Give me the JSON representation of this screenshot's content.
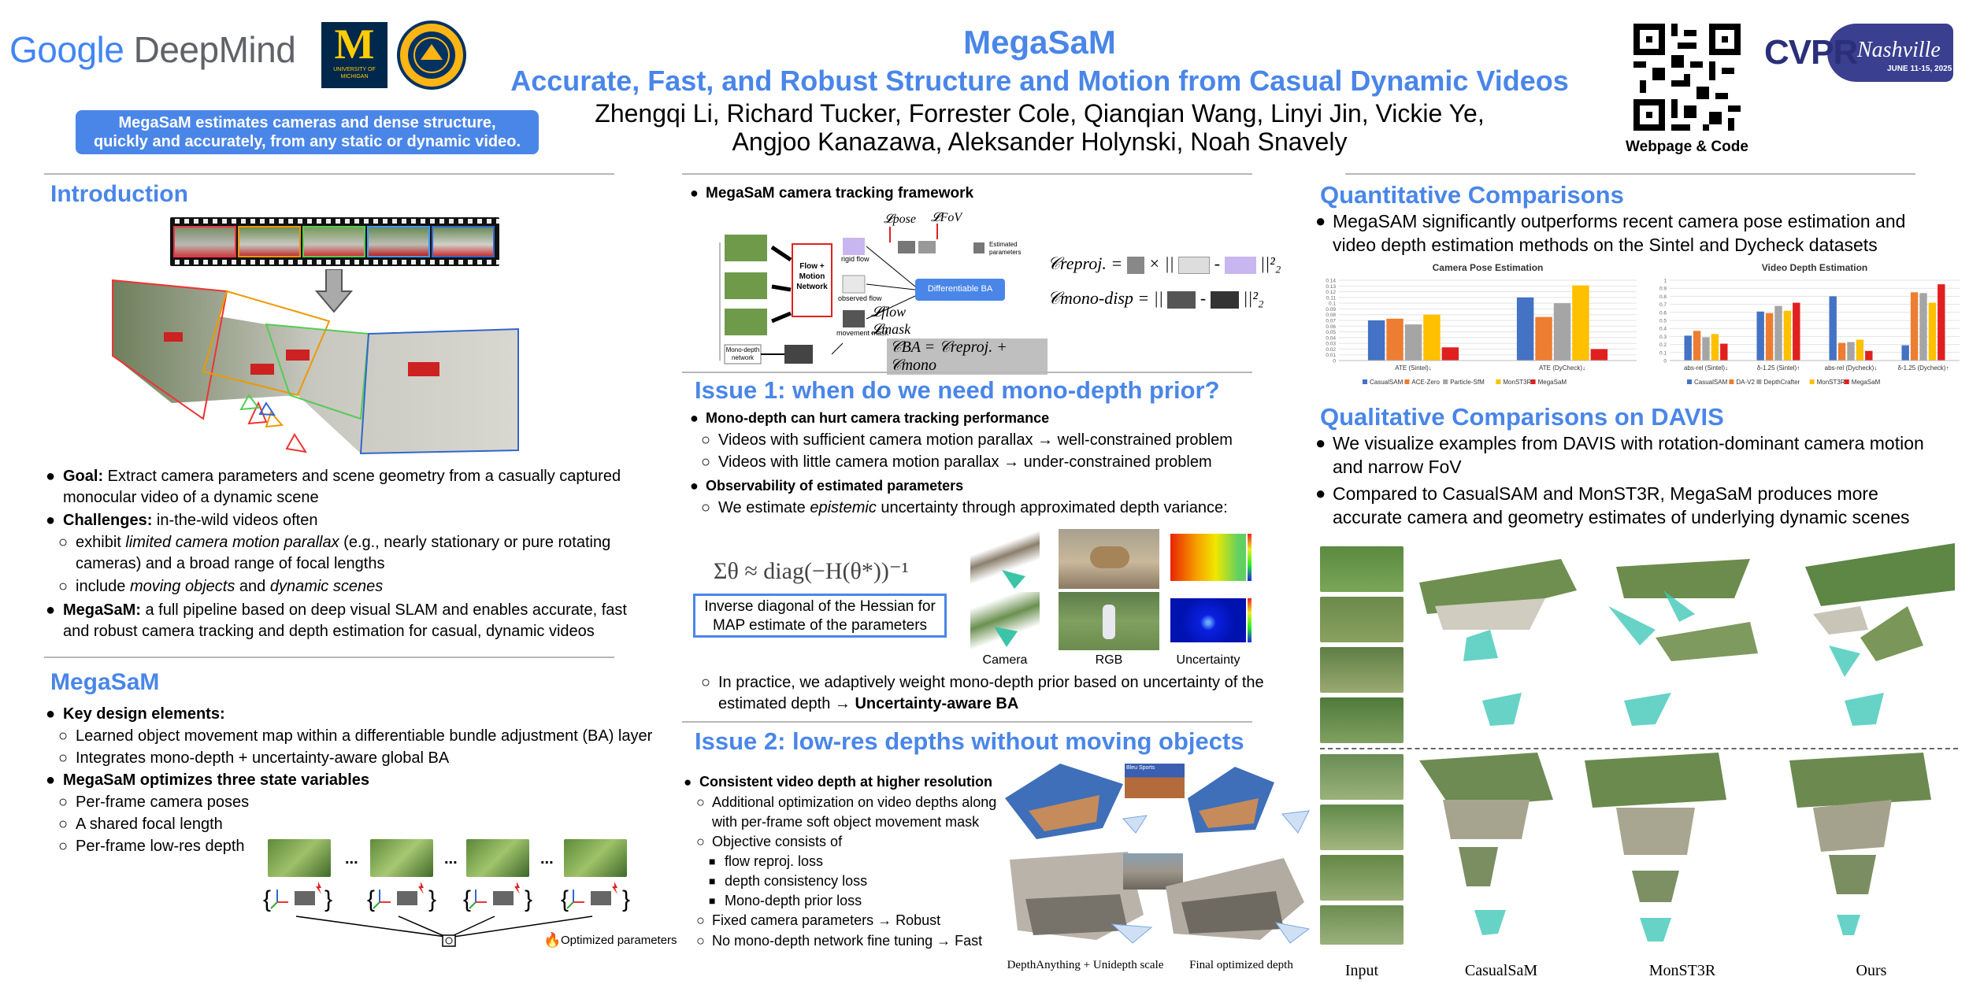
{
  "header": {
    "google": "Google",
    "deepmind": "DeepMind",
    "umich_m": "M",
    "umich_text": "UNIVERSITY OF MICHIGAN",
    "title": "MegaSaM",
    "subtitle": "Accurate, Fast, and Robust Structure and Motion from Casual Dynamic Videos",
    "authors_1": "Zhengqi Li, Richard Tucker, Forrester Cole, Qianqian Wang, Linyi Jin, Vickie Ye,",
    "authors_2": "Angjoo Kanazawa, Aleksander Holynski, Noah Snavely",
    "tagline_1": "MegaSaM estimates cameras and dense structure,",
    "tagline_2": "quickly and accurately, from any static or dynamic video.",
    "qr_caption": "Webpage & Code",
    "cvpr": "CVPR",
    "cvpr_city": "Nashville",
    "cvpr_dates": "JUNE 11-15, 2025"
  },
  "intro": {
    "heading": "Introduction",
    "goal_label": "Goal:",
    "goal_text_1": " Extract camera parameters and scene geometry from a casually captured",
    "goal_text_2": "monocular video of a dynamic scene",
    "challenges_label": "Challenges:",
    "challenges_text": " in-the-wild videos often",
    "c1_pre": "exhibit ",
    "c1_em": "limited camera motion parallax",
    "c1_post": " (e.g., nearly stationary or pure rotating",
    "c1_line2": "cameras) and a broad range of focal lengths",
    "c2_pre": "include ",
    "c2_em1": "moving objects",
    "c2_mid": " and ",
    "c2_em2": "dynamic scenes",
    "mega_label": "MegaSaM:",
    "mega_text_1": " a full pipeline based on deep visual SLAM and enables accurate, fast",
    "mega_text_2": "and robust camera tracking and depth estimation for casual, dynamic videos"
  },
  "megasam": {
    "heading": "MegaSaM",
    "key_label": "Key design elements:",
    "k1": "Learned object movement map within a differentiable bundle adjustment (BA) layer",
    "k2": "Integrates mono-depth + uncertainty-aware global BA",
    "opt_label": "MegaSaM optimizes three state variables",
    "o1": "Per-frame camera poses",
    "o2": "A shared focal length",
    "o3": "Per-frame low-res depth",
    "ellipsis": "...",
    "optimized_params": "Optimized parameters"
  },
  "framework": {
    "label": "MegaSaM camera tracking framework",
    "flow_box": "Flow + Motion Network",
    "rigid_flow": "rigid flow",
    "observed_flow": "observed flow",
    "movement_mask": "movement mask",
    "diff_ba": "Differentiable BA",
    "estimated_params": "Estimated parameters",
    "mono_depth_net": "Mono-depth network",
    "l_pose": "𝓛pose",
    "l_fov": "𝓛FoV",
    "l_flow": "𝓛flow",
    "l_mask": "𝓛mask",
    "c_ba": "𝒞BA = 𝒞reproj. + 𝒞mono",
    "c_reproj": "𝒞reproj. =",
    "c_mono": "𝒞mono-disp ="
  },
  "issue1": {
    "heading": "Issue 1: when do we need mono-depth prior?",
    "b1": "Mono-depth can hurt camera tracking performance",
    "b1a": "Videos with sufficient camera motion parallax → well-constrained problem",
    "b1b": "Videos with little camera motion parallax → under-constrained problem",
    "b2": "Observability of estimated parameters",
    "b2a_pre": "We estimate ",
    "b2a_em": "epistemic",
    "b2a_post": " uncertainty through approximated depth variance:",
    "formula": "Σθ ≈ diag(−H(θ*))⁻¹",
    "box_1": "Inverse diagonal of the Hessian for",
    "box_2": "MAP estimate of the parameters",
    "cap_camera": "Camera",
    "cap_rgb": "RGB",
    "cap_unc": "Uncertainty",
    "b3_1": "In practice, we adaptively weight mono-depth prior based on uncertainty of the",
    "b3_2": "estimated depth  → ",
    "b3_bold": "Uncertainty-aware BA"
  },
  "issue2": {
    "heading": "Issue 2: low-res depths without moving objects",
    "b1": "Consistent video depth at higher resolution",
    "s1": "Additional optimization on video depths along",
    "s1b": "with per-frame soft object movement mask",
    "s2": "Objective consists of",
    "t1": "flow reproj. loss",
    "t2": "depth consistency loss",
    "t3": "Mono-depth prior loss",
    "s3": "Fixed camera parameters → Robust",
    "s4": "No mono-depth network fine tuning → Fast",
    "cap_left": "DepthAnything + Unidepth scale",
    "cap_right": "Final optimized depth",
    "sign_text": "Bleu Sports"
  },
  "quant": {
    "heading": "Quantitative Comparisons",
    "text_1": "MegaSAM significantly outperforms recent camera pose estimation and",
    "text_2": "video depth estimation methods on the Sintel and Dycheck datasets"
  },
  "qual": {
    "heading": "Qualitative Comparisons on DAVIS",
    "b1_1": "We visualize examples from DAVIS with rotation-dominant camera motion",
    "b1_2": "and narrow FoV",
    "b2_1": "Compared to CasualSAM and MonST3R, MegaSaM produces more",
    "b2_2": "accurate camera and geometry estimates of underlying dynamic scenes",
    "col_input": "Input",
    "col_casual": "CasualSaM",
    "col_monst3r": "MonST3R",
    "col_ours": "Ours"
  },
  "chart_data": [
    {
      "type": "bar",
      "title": "Camera Pose Estimation",
      "categories": [
        "ATE (Sintel)↓",
        "ATE (DyCheck)↓"
      ],
      "ylim": [
        0,
        0.14
      ],
      "yticks": [
        "0",
        "0.01",
        "0.02",
        "0.03",
        "0.04",
        "0.05",
        "0.06",
        "0.07",
        "0.08",
        "0.09",
        "0.1",
        "0.11",
        "0.12",
        "0.13",
        "0.14"
      ],
      "grid": true,
      "legend": "bottom",
      "series": [
        {
          "name": "CasualSAM",
          "color": "#4472c4",
          "values": [
            0.07,
            0.11
          ]
        },
        {
          "name": "ACE-Zero",
          "color": "#ed7d31",
          "values": [
            0.073,
            0.076
          ]
        },
        {
          "name": "Particle-SfM",
          "color": "#a5a5a5",
          "values": [
            0.063,
            0.1
          ]
        },
        {
          "name": "MonST3R",
          "color": "#ffc000",
          "values": [
            0.08,
            0.131
          ]
        },
        {
          "name": "MegaSaM",
          "color": "#e02020",
          "values": [
            0.023,
            0.02
          ]
        }
      ]
    },
    {
      "type": "bar",
      "title": "Video Depth Estimation",
      "categories": [
        "abs-rel (Sintel)↓",
        "δ-1.25 (Sintel)↑",
        "abs-rel (Dycheck)↓",
        "δ-1.25 (Dycheck)↑"
      ],
      "ylim": [
        0,
        1
      ],
      "yticks": [
        "0",
        "0.1",
        "0.2",
        "0.3",
        "0.4",
        "0.5",
        "0.6",
        "0.7",
        "0.8",
        "0.9",
        "1"
      ],
      "grid": true,
      "legend": "bottom",
      "series": [
        {
          "name": "CasualSAM",
          "color": "#4472c4",
          "values": [
            0.31,
            0.61,
            0.8,
            0.19
          ]
        },
        {
          "name": "DA-V2",
          "color": "#ed7d31",
          "values": [
            0.37,
            0.59,
            0.22,
            0.85
          ]
        },
        {
          "name": "DepthCrafter",
          "color": "#a5a5a5",
          "values": [
            0.29,
            0.68,
            0.23,
            0.84
          ]
        },
        {
          "name": "MonST3R",
          "color": "#ffc000",
          "values": [
            0.33,
            0.62,
            0.26,
            0.72
          ]
        },
        {
          "name": "MegaSaM",
          "color": "#e02020",
          "values": [
            0.21,
            0.72,
            0.12,
            0.95
          ]
        }
      ]
    }
  ]
}
